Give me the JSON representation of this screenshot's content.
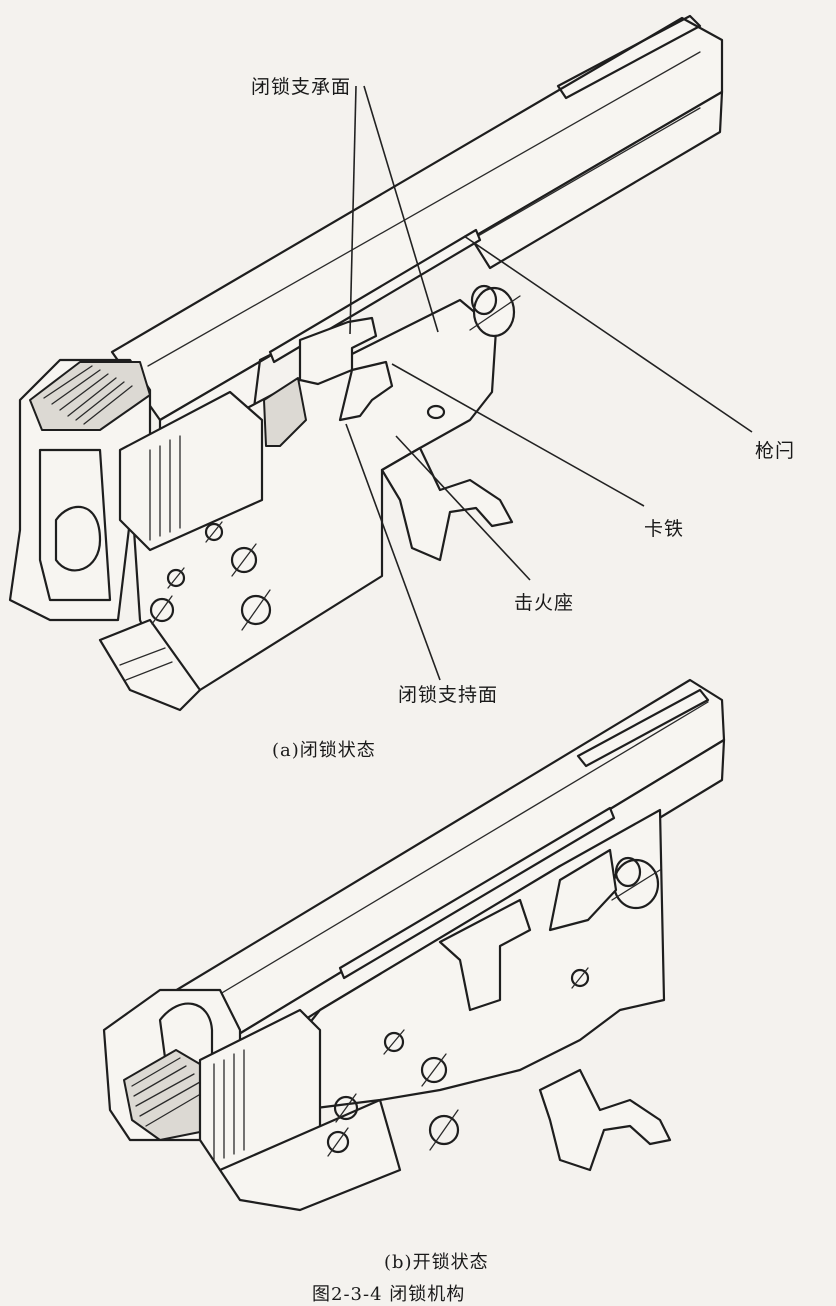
{
  "labels": {
    "locking_support_surface": "闭锁支承面",
    "bolt": "枪闩",
    "latch": "卡铁",
    "firing_seat": "击火座",
    "locking_holding_surface": "闭锁支持面"
  },
  "captions": {
    "a": "(a)闭锁状态",
    "b": "(b)开锁状态",
    "figure": "图2-3-4 闭锁机构"
  }
}
